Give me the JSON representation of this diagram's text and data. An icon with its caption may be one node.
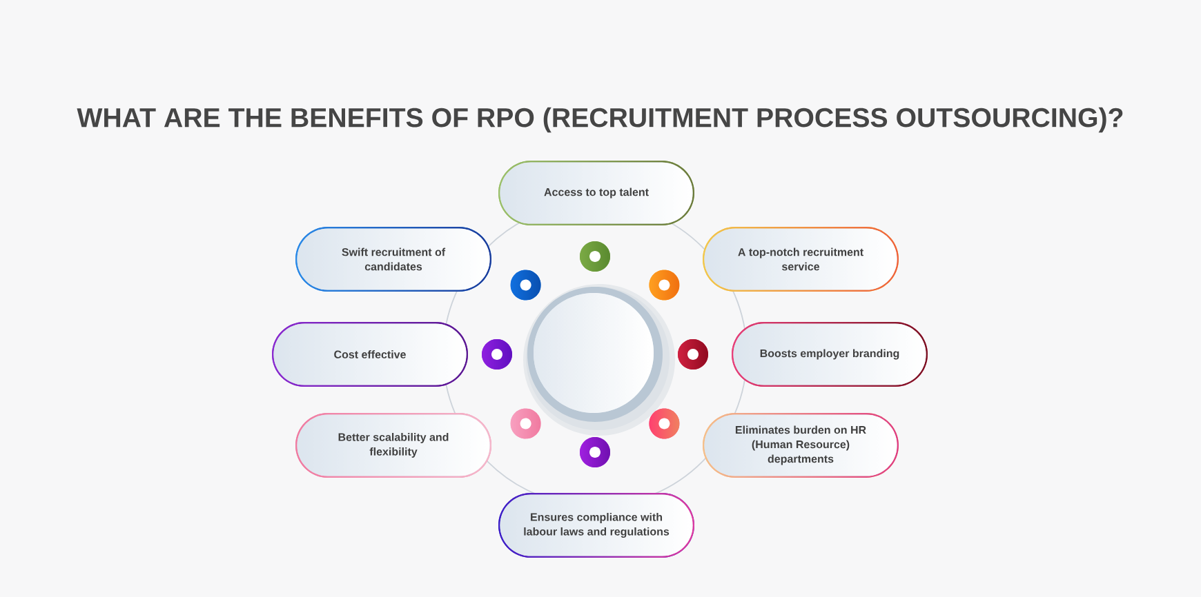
{
  "diagram": {
    "title": "WHAT ARE THE BENEFITS OF RPO (RECRUITMENT PROCESS OUTSOURCING)?",
    "nodes": [
      {
        "text": [
          "Access to top talent"
        ]
      },
      {
        "text": [
          "Swift recruitment of candidates"
        ]
      },
      {
        "text": [
          "A top-notch recruitment service"
        ]
      },
      {
        "text": [
          "Cost effective"
        ]
      },
      {
        "text": [
          "Boosts employer branding"
        ]
      },
      {
        "text": [
          "Better scalability and flexibility"
        ]
      },
      {
        "text": [
          "Eliminates burden on HR (Human Resource) departments"
        ]
      },
      {
        "text": [
          "Ensures compliance with labour laws and regulations"
        ]
      }
    ]
  }
}
